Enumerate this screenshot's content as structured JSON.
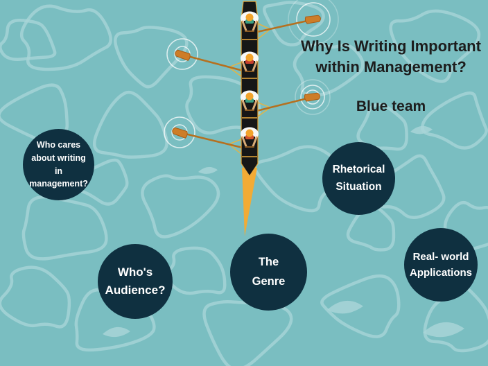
{
  "title": {
    "lines": [
      "Why Is Writing Important",
      "within Management?"
    ]
  },
  "subtitle": "Blue team",
  "topics": [
    {
      "id": "who-cares",
      "lines": [
        "Who cares",
        "about writing",
        "in",
        "management?"
      ]
    },
    {
      "id": "rhetorical-situation",
      "lines": [
        "Rhetorical",
        "Situation"
      ]
    },
    {
      "id": "whos-audience",
      "lines": [
        "Who's",
        "Audience?"
      ]
    },
    {
      "id": "the-genre",
      "lines": [
        "The",
        "Genre"
      ]
    },
    {
      "id": "real-world-applications",
      "lines": [
        "Real- world",
        "Applications"
      ]
    }
  ],
  "illustration": {
    "name": "rowing-shell-top-view",
    "rowers": 4,
    "oars": 4
  },
  "colors": {
    "water": "#7abec1",
    "water_pattern": "#a8d5d7",
    "topic_circle": "#0f3040",
    "topic_text": "#ffffff",
    "heading_text": "#1d1d1d",
    "hull": "#161616",
    "boat_accent": "#f2ab35",
    "oar_shaft": "#b5701f",
    "oar_blade": "#cd7d28",
    "rower_head": "#f2a32b",
    "rower_arms": "#d9ab77",
    "shirt_green": "#3ba184",
    "shirt_red": "#c63f2e"
  }
}
